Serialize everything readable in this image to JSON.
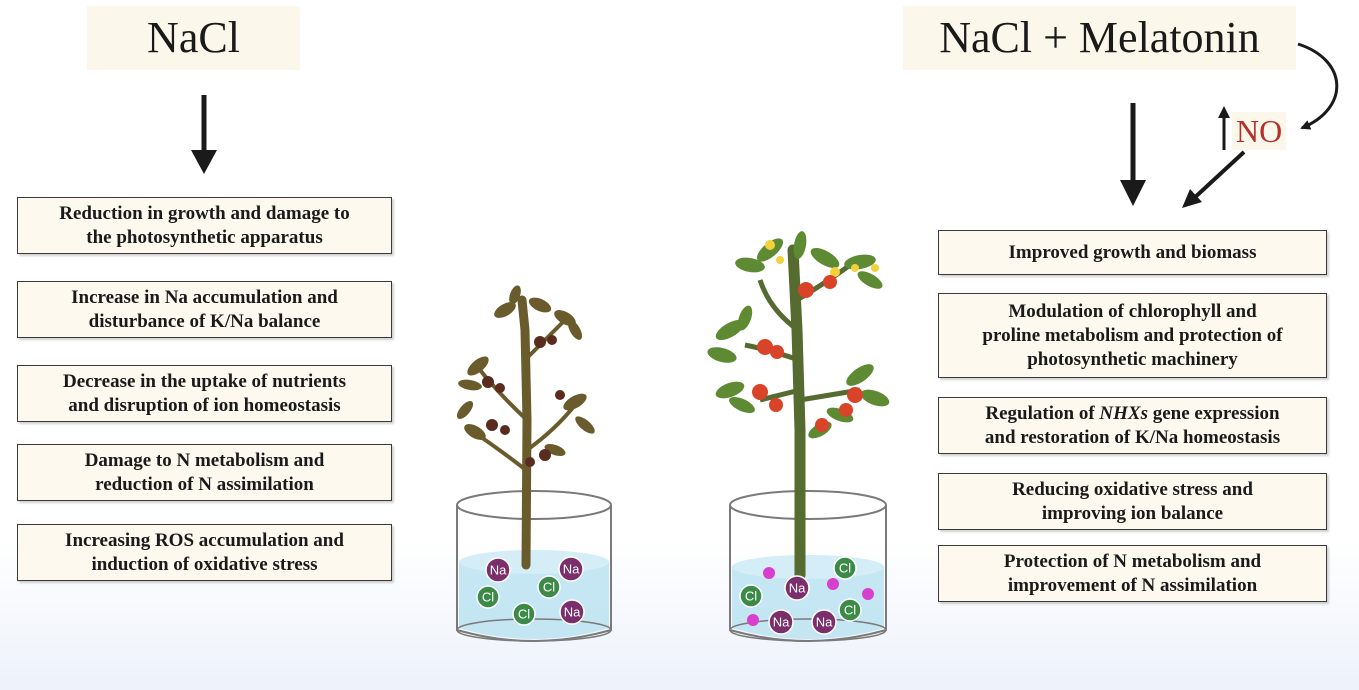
{
  "titles": {
    "left": "NaCl",
    "right": "NaCl + Melatonin"
  },
  "no_label": "NO",
  "left_effects": [
    {
      "line1": "Reduction in growth and damage to",
      "line2": "the photosynthetic apparatus"
    },
    {
      "line1": "Increase in Na accumulation and",
      "line2": "disturbance of K/Na balance"
    },
    {
      "line1": "Decrease in the uptake of nutrients",
      "line2": "and disruption of ion homeostasis"
    },
    {
      "line1": "Damage to N metabolism and",
      "line2": "reduction of N assimilation"
    },
    {
      "line1": "Increasing ROS accumulation and",
      "line2": "induction of oxidative stress"
    }
  ],
  "right_effects": {
    "growth": "Improved growth and biomass",
    "chlorophyll": {
      "line1": "Modulation of chlorophyll and",
      "line2": "proline metabolism and protection of",
      "line3": "photosynthetic machinery"
    },
    "nhx": {
      "pre": "Regulation of ",
      "gene": "NHXs",
      "post": " gene expression",
      "line2": "and restoration of K/Na homeostasis"
    },
    "oxidative": {
      "line1": "Reducing oxidative stress and",
      "line2": "improving ion balance"
    },
    "nitrogen": {
      "line1": "Protection of N metabolism and",
      "line2": "improvement of N assimilation"
    }
  },
  "ions": {
    "sodium": "Na",
    "chloride": "Cl"
  },
  "colors": {
    "sodium_ion": "#7a2e6b",
    "chloride_ion": "#3c8a47",
    "melatonin_dot": "#d93fcf",
    "tomato_healthy": "#d8432a",
    "tomato_stressed": "#5a2b1f",
    "flower": "#f2d13a",
    "water": "#bfe3f2",
    "no_text": "#b4302b"
  }
}
